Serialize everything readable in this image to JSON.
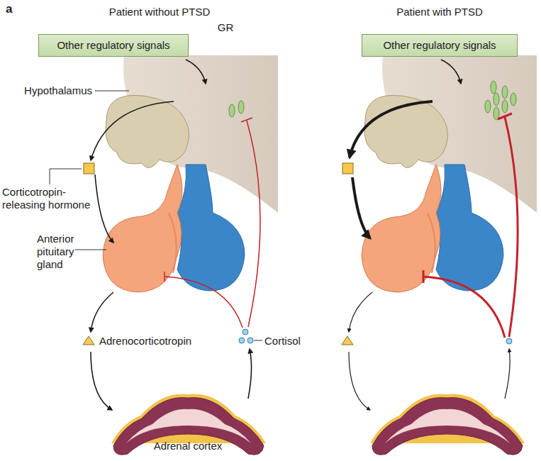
{
  "diagram": {
    "nodes": [
      {
        "text": [
          "Other regulatory signals"
        ]
      },
      {
        "text": [
          "Other regulatory signals"
        ]
      }
    ],
    "labels": [
      "a",
      "Patient without PTSD",
      "Patient with PTSD",
      "GR",
      "Hypothalamus",
      "Corticotropin-releasing hormone",
      "Anterior pituitary gland",
      "Adrenocorticotropin",
      "Cortisol",
      "Adrenal cortex"
    ]
  }
}
